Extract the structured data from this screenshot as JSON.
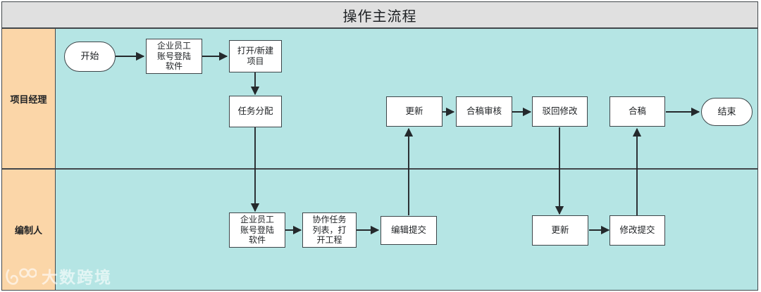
{
  "pool": {
    "title": "操作主流程",
    "header_bg": "#e0e0e0",
    "lane_label_bg": "#fbd6a8",
    "lane_body_bg": "#b5e5e4",
    "border_color": "#42474b"
  },
  "lanes": [
    {
      "id": "lane-manager",
      "label": "项目经理"
    },
    {
      "id": "lane-preparer",
      "label": "编制人"
    }
  ],
  "nodes": [
    {
      "id": "start",
      "label": "开始",
      "shape": "terminator",
      "lane": "项目经理"
    },
    {
      "id": "login-manager",
      "label": "企业员工\n账号登陆\n软件",
      "shape": "process",
      "lane": "项目经理"
    },
    {
      "id": "open-new-project",
      "label": "打开/新建\n项目",
      "shape": "process",
      "lane": "项目经理"
    },
    {
      "id": "task-assign",
      "label": "任务分配",
      "shape": "process",
      "lane": "项目经理"
    },
    {
      "id": "update-top",
      "label": "更新",
      "shape": "process",
      "lane": "项目经理"
    },
    {
      "id": "merge-review",
      "label": "合稿审核",
      "shape": "process",
      "lane": "项目经理"
    },
    {
      "id": "reject-revise",
      "label": "驳回修改",
      "shape": "process",
      "lane": "项目经理"
    },
    {
      "id": "merge",
      "label": "合稿",
      "shape": "process",
      "lane": "项目经理"
    },
    {
      "id": "end",
      "label": "结束",
      "shape": "terminator",
      "lane": "项目经理"
    },
    {
      "id": "login-preparer",
      "label": "企业员工\n账号登陆\n软件",
      "shape": "process",
      "lane": "编制人"
    },
    {
      "id": "task-list-open",
      "label": "协作任务\n列表，打\n开工程",
      "shape": "process",
      "lane": "编制人"
    },
    {
      "id": "edit-submit",
      "label": "编辑提交",
      "shape": "process",
      "lane": "编制人"
    },
    {
      "id": "update-bottom",
      "label": "更新",
      "shape": "process",
      "lane": "编制人"
    },
    {
      "id": "revise-submit",
      "label": "修改提交",
      "shape": "process",
      "lane": "编制人"
    }
  ],
  "edges": [
    {
      "from": "start",
      "to": "login-manager",
      "direction": "right"
    },
    {
      "from": "login-manager",
      "to": "open-new-project",
      "direction": "right"
    },
    {
      "from": "open-new-project",
      "to": "task-assign",
      "direction": "down"
    },
    {
      "from": "task-assign",
      "to": "login-preparer",
      "direction": "down"
    },
    {
      "from": "login-preparer",
      "to": "task-list-open",
      "direction": "right"
    },
    {
      "from": "task-list-open",
      "to": "edit-submit",
      "direction": "right"
    },
    {
      "from": "edit-submit",
      "to": "update-top",
      "direction": "up"
    },
    {
      "from": "update-top",
      "to": "merge-review",
      "direction": "right"
    },
    {
      "from": "merge-review",
      "to": "reject-revise",
      "direction": "right"
    },
    {
      "from": "reject-revise",
      "to": "update-bottom",
      "direction": "down"
    },
    {
      "from": "update-bottom",
      "to": "revise-submit",
      "direction": "right"
    },
    {
      "from": "revise-submit",
      "to": "merge",
      "direction": "up"
    },
    {
      "from": "merge",
      "to": "end",
      "direction": "right"
    }
  ],
  "watermark": {
    "text": "大数跨境"
  }
}
